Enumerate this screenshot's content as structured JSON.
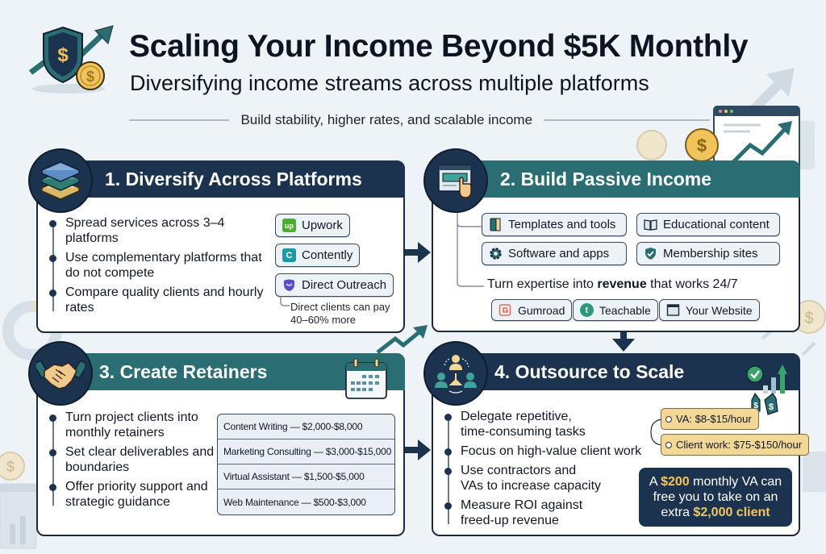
{
  "header": {
    "title": "Scaling Your Income Beyond $5K Monthly",
    "subtitle": "Diversifying income streams across multiple platforms",
    "tagline": "Build stability, higher rates, and scalable income",
    "hero_icon": "shield-dollar-growth-icon"
  },
  "colors": {
    "navy": "#1c3350",
    "teal": "#2a6e73",
    "gold": "#f2c760",
    "background": "#eef3f7"
  },
  "cards": {
    "diversify": {
      "number": "1.",
      "title": "1. Diversify Across Platforms",
      "icon": "stacked-layers-icon",
      "bullets": [
        "Spread services across 3–4 platforms",
        "Use complementary platforms that do not compete",
        "Compare quality clients and hourly rates"
      ],
      "platforms": [
        {
          "label": "Upwork",
          "icon": "upwork-icon",
          "icon_text": "up",
          "color": "#4cae2f"
        },
        {
          "label": "Contently",
          "icon": "contently-icon",
          "icon_text": "C",
          "color": "#1f98a8"
        },
        {
          "label": "Direct Outreach",
          "icon": "direct-outreach-icon",
          "icon_text": "",
          "color": "#6a5ad0"
        }
      ],
      "note": "Direct clients can pay 40–60% more"
    },
    "passive": {
      "title": "2. Build Passive Income",
      "icon": "browser-click-icon",
      "products": [
        {
          "label": "Templates and tools",
          "icon": "document-icon"
        },
        {
          "label": "Educational content",
          "icon": "book-icon"
        },
        {
          "label": "Software and apps",
          "icon": "gear-icon"
        },
        {
          "label": "Membership sites",
          "icon": "shield-check-icon"
        }
      ],
      "revenue_line": {
        "before": "Turn expertise into ",
        "bold": "revenue",
        "after": " that works 24/7"
      },
      "platforms": [
        {
          "label": "Gumroad",
          "icon": "gumroad-icon"
        },
        {
          "label": "Teachable",
          "icon": "teachable-icon",
          "icon_text": "t"
        },
        {
          "label": "Your Website",
          "icon": "website-window-icon"
        }
      ]
    },
    "retainers": {
      "title": "3. Create Retainers",
      "icon": "handshake-icon",
      "side_icon": "calendar-icon",
      "bullets": [
        "Turn project clients into monthly retainers",
        "Set clear deliverables and boundaries",
        "Offer priority support and strategic guidance"
      ],
      "rates": [
        "Content Writing — $2,000-$8,000",
        "Marketing Consulting — $3,000-$15,000",
        "Virtual Assistant — $1,500-$5,000",
        "Web Maintenance — $500-$3,000"
      ]
    },
    "outsource": {
      "title": "4. Outsource to Scale",
      "icon": "team-delegation-icon",
      "side_icon": "growth-check-icon",
      "bullets": [
        "Delegate repetitive, time-consuming tasks",
        "Focus on high-value client work",
        "Use contractors and VAs to increase capacity",
        "Measure ROI against freed-up revenue"
      ],
      "tags": [
        "VA: $8-$15/hour",
        "Client work: $75-$150/hour"
      ],
      "callout": {
        "p1": "A ",
        "amount1": "$200",
        "p2": " monthly VA can free you to take on an extra ",
        "amount2": "$2,000 client"
      }
    }
  }
}
